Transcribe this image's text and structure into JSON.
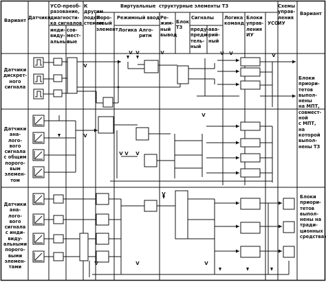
{
  "header": {
    "variant": "Вариант",
    "sensors": "Датчики",
    "uso": "УСО-преоб-\nразование,\nдиагности-\nка сигналов",
    "uso_individual": "инди-\nвиду-\nальные",
    "uso_joint": "сов-\nмест-\nные",
    "to_other": "К\nдругим\nподси-\nстемам",
    "virtual_title": "Виртуальные  структурные элементы ТЗ",
    "threshold": "Поро-\nговый\nэлемент",
    "mode_input": "Режимный ввод",
    "logic": "Логика",
    "algorithm": "Алго-\nритм",
    "mode_output": "Ре-\nжим-\nный\nвывод",
    "block_tz": "Блок\nТЗ",
    "signals": "Сигналы",
    "warning": "преду-\nпреди-\nтель-\nный",
    "emergency": "ава-\nрий-\nный",
    "cmd_logic": "Логика\nкоманд",
    "block_control": "Блоки\nуправ-\nления\nИУ",
    "uso2": "УСО",
    "control_schemes": "Схемы\nуправ-\nления\nИУ",
    "variant_right": "Вариант"
  },
  "rows": [
    {
      "label": "Датчики\nдискрет-\nного\nсигнала",
      "result": "Блоки\nприори-\nтетов\nвыпол-\nнены\nна МПТ,\nсовмест-\nной\nс МПТ,\nна\nкоторой\nвыпол-\nнены ТЗ"
    },
    {
      "label": "Датчики\nана-\nлого-\nвого\nсигнала\nс общим\nпорого-\nвым\nэлемен-\nтом",
      "result": ""
    },
    {
      "label": "Датчики\nана-\nлого-\nвого\nсигнала\nс инди-\nвиду-\nальными\nпорого-\nвыми\nэлемен-\nтами",
      "result": "Блоки\nприори-\nтетов\nвыпол-\nнены на\nтради-\nционных\nсредствах"
    }
  ],
  "signal_marks": {
    "v": "V"
  }
}
